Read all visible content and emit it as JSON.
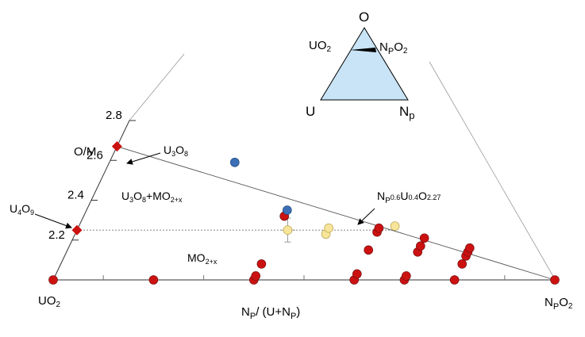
{
  "chart_data": {
    "type": "scatter",
    "title": "",
    "xlabel": "Np/(U+Np)",
    "ylabel": "O/M",
    "xlim": [
      0,
      1
    ],
    "ylim": [
      2.0,
      2.8
    ],
    "y_ticks": [
      "2.2",
      "2.4",
      "2.6",
      "2.8"
    ],
    "series": [
      {
        "name": "",
        "color": "#cc1111",
        "marker": "circle",
        "points": [
          {
            "x": 0.0,
            "y": 2.0
          },
          {
            "x": 0.2,
            "y": 2.0
          },
          {
            "x": 0.4,
            "y": 2.0
          },
          {
            "x": 0.4,
            "y": 2.02
          },
          {
            "x": 0.4,
            "y": 2.08
          },
          {
            "x": 0.6,
            "y": 2.0
          },
          {
            "x": 0.6,
            "y": 2.03
          },
          {
            "x": 0.6,
            "y": 2.15
          },
          {
            "x": 0.6,
            "y": 2.24
          },
          {
            "x": 0.6,
            "y": 2.26
          },
          {
            "x": 0.7,
            "y": 2.0
          },
          {
            "x": 0.7,
            "y": 2.02
          },
          {
            "x": 0.7,
            "y": 2.14
          },
          {
            "x": 0.7,
            "y": 2.17
          },
          {
            "x": 0.7,
            "y": 2.21
          },
          {
            "x": 0.8,
            "y": 2.0
          },
          {
            "x": 0.8,
            "y": 2.08
          },
          {
            "x": 0.8,
            "y": 2.12
          },
          {
            "x": 0.8,
            "y": 2.14
          },
          {
            "x": 0.8,
            "y": 2.16
          },
          {
            "x": 1.0,
            "y": 2.0
          },
          {
            "x": 0.4,
            "y": 2.32
          }
        ]
      },
      {
        "name": "",
        "color": "#3b6fb6",
        "marker": "circle",
        "points": [
          {
            "x": 0.25,
            "y": 2.59
          },
          {
            "x": 0.4,
            "y": 2.35
          }
        ]
      },
      {
        "name": "",
        "color": "#f6e59a",
        "marker": "circle",
        "points": [
          {
            "x": 0.42,
            "y": 2.25,
            "error_x": 0.015,
            "error_y": 0.06
          },
          {
            "x": 0.5,
            "y": 2.23
          },
          {
            "x": 0.5,
            "y": 2.26
          },
          {
            "x": 0.63,
            "y": 2.27
          }
        ]
      },
      {
        "name": "",
        "color": "#cc1111",
        "marker": "diamond",
        "points": [
          {
            "x": 0.0,
            "y": 2.67
          },
          {
            "x": 0.0,
            "y": 2.25
          }
        ]
      }
    ],
    "lines": [
      {
        "style": "solid",
        "from": {
          "x": 0.0,
          "y": 2.67
        },
        "to": {
          "x": 1.0,
          "y": 2.0
        }
      },
      {
        "style": "dotted",
        "from": {
          "x": 0.0,
          "y": 2.25
        },
        "to": {
          "x": 0.63,
          "y": 2.25
        }
      }
    ],
    "annotations": {
      "u3o8": "U3O8",
      "u4o9": "U4O9",
      "u3o8_mo2x": "U3O8+MO2+x",
      "mo2x": "MO2+x",
      "np_u_o": "Np0.6U0.4O2.27",
      "corner_left": "UO2",
      "corner_right": "NpO2",
      "om_label": "O/M"
    },
    "inset": {
      "top": "O",
      "left": "U",
      "right": "Np",
      "left_side": "UO2",
      "right_side": "NpO2",
      "fill_color": "#c8e4f6"
    }
  }
}
